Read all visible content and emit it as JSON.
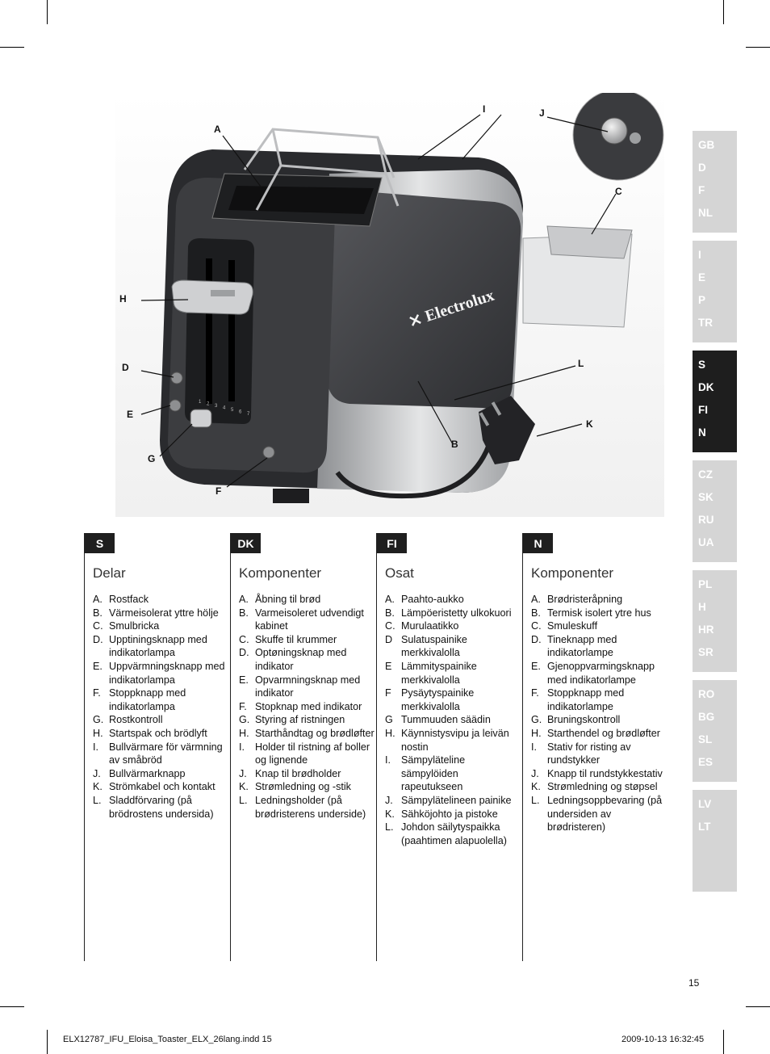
{
  "illustration": {
    "brand": "Electrolux",
    "callouts": [
      {
        "id": "A",
        "label": "A"
      },
      {
        "id": "B",
        "label": "B"
      },
      {
        "id": "C",
        "label": "C"
      },
      {
        "id": "D",
        "label": "D"
      },
      {
        "id": "E",
        "label": "E"
      },
      {
        "id": "F",
        "label": "F"
      },
      {
        "id": "G",
        "label": "G"
      },
      {
        "id": "H",
        "label": "H"
      },
      {
        "id": "I",
        "label": "I"
      },
      {
        "id": "J",
        "label": "J"
      },
      {
        "id": "K",
        "label": "K"
      },
      {
        "id": "L",
        "label": "L"
      }
    ],
    "dial_numbers": [
      "1",
      "2",
      "3",
      "4",
      "5",
      "6",
      "7"
    ]
  },
  "sections": [
    {
      "badge": "S",
      "title": "Delar",
      "items": [
        {
          "k": "A.",
          "t": "Rostfack"
        },
        {
          "k": "B.",
          "t": "Värmeisolerat yttre hölje"
        },
        {
          "k": "C.",
          "t": "Smulbricka"
        },
        {
          "k": "D.",
          "t": "Upptiningsknapp med indikatorlampa"
        },
        {
          "k": "E.",
          "t": "Uppvärmningsknapp med indikatorlampa"
        },
        {
          "k": "F.",
          "t": "Stoppknapp med indikatorlampa"
        },
        {
          "k": "G.",
          "t": "Rostkontroll"
        },
        {
          "k": "H.",
          "t": "Startspak och brödlyft"
        },
        {
          "k": "I.",
          "t": "Bullvärmare för värmning av småbröd"
        },
        {
          "k": "J.",
          "t": "Bullvärmarknapp"
        },
        {
          "k": "K.",
          "t": "Strömkabel och kontakt"
        },
        {
          "k": "L.",
          "t": "Sladdförvaring (på brödrostens undersida)"
        }
      ]
    },
    {
      "badge": "DK",
      "title": "Komponenter",
      "items": [
        {
          "k": "A.",
          "t": "Åbning til brød"
        },
        {
          "k": "B.",
          "t": "Varmeisoleret udvendigt kabinet"
        },
        {
          "k": "C.",
          "t": "Skuffe til krummer"
        },
        {
          "k": "D.",
          "t": "Optøningsknap med indikator"
        },
        {
          "k": "E.",
          "t": "Opvarmningsknap med indikator"
        },
        {
          "k": "F.",
          "t": "Stopknap med indikator"
        },
        {
          "k": "G.",
          "t": "Styring af ristningen"
        },
        {
          "k": "H.",
          "t": "Starthåndtag og brødløfter"
        },
        {
          "k": "I.",
          "t": "Holder til ristning af boller og lignende"
        },
        {
          "k": "J.",
          "t": "Knap til brødholder"
        },
        {
          "k": "K.",
          "t": "Strømledning og -stik"
        },
        {
          "k": "L.",
          "t": "Ledningsholder (på brødristerens underside)"
        }
      ]
    },
    {
      "badge": "FI",
      "title": "Osat",
      "items": [
        {
          "k": "A.",
          "t": "Paahto-aukko"
        },
        {
          "k": "B.",
          "t": "Lämpöeristetty ulkokuori"
        },
        {
          "k": "C.",
          "t": "Murulaatikko"
        },
        {
          "k": "D",
          "t": "Sulatuspainike merkkivalolla"
        },
        {
          "k": "E",
          "t": "Lämmityspainike merkkivalolla"
        },
        {
          "k": "F",
          "t": "Pysäytyspainike merkkivalolla"
        },
        {
          "k": "G",
          "t": "Tummuuden säädin"
        },
        {
          "k": "H.",
          "t": "Käynnistysvipu ja leivän nostin"
        },
        {
          "k": "I.",
          "t": "Sämpyläteline sämpylöiden rapeutukseen"
        },
        {
          "k": "J.",
          "t": "Sämpylätelineen painike"
        },
        {
          "k": "K.",
          "t": "Sähköjohto ja pistoke"
        },
        {
          "k": "L.",
          "t": " Johdon säilytyspaikka (paahtimen alapuolella)"
        }
      ]
    },
    {
      "badge": "N",
      "title": "Komponenter",
      "items": [
        {
          "k": "A.",
          "t": "Brødristeråpning"
        },
        {
          "k": "B.",
          "t": "Termisk isolert ytre hus"
        },
        {
          "k": "C.",
          "t": "Smuleskuff"
        },
        {
          "k": "D.",
          "t": "Tineknapp med indikatorlampe"
        },
        {
          "k": "E.",
          "t": "Gjenoppvarmingsknapp med indikatorlampe"
        },
        {
          "k": "F.",
          "t": "Stoppknapp med indikatorlampe"
        },
        {
          "k": "G.",
          "t": "Bruningskontroll"
        },
        {
          "k": "H.",
          "t": "Starthendel og brødløfter"
        },
        {
          "k": "I.",
          "t": "Stativ for risting av rundstykker"
        },
        {
          "k": "J.",
          "t": "Knapp til rundstykkestativ"
        },
        {
          "k": "K.",
          "t": "Strømledning og støpsel"
        },
        {
          "k": "L.",
          "t": "Ledningsoppbevaring (på undersiden av brødristeren)"
        }
      ]
    }
  ],
  "language_tabs": [
    {
      "codes": [
        "GB",
        "D",
        "F",
        "NL"
      ],
      "active": false
    },
    {
      "codes": [
        "I",
        "E",
        "P",
        "TR"
      ],
      "active": false
    },
    {
      "codes": [
        "S",
        "DK",
        "FI",
        "N"
      ],
      "active": true
    },
    {
      "codes": [
        "CZ",
        "SK",
        "RU",
        "UA"
      ],
      "active": false
    },
    {
      "codes": [
        "PL",
        "H",
        "HR",
        "SR"
      ],
      "active": false
    },
    {
      "codes": [
        "RO",
        "BG",
        "SL",
        "ES"
      ],
      "active": false
    },
    {
      "codes": [
        "LV",
        "LT"
      ],
      "active": false
    }
  ],
  "page_number": "15",
  "footer": {
    "file": "ELX12787_IFU_Eloisa_Toaster_ELX_26lang.indd   15",
    "timestamp": "2009-10-13   16:32:45"
  },
  "colors": {
    "badge": "#1f1f1f",
    "tab_inactive": "#d5d5d5",
    "tab_active": "#1e1e1e",
    "body": "#3c3d40",
    "trim": "#b5b7ba"
  }
}
